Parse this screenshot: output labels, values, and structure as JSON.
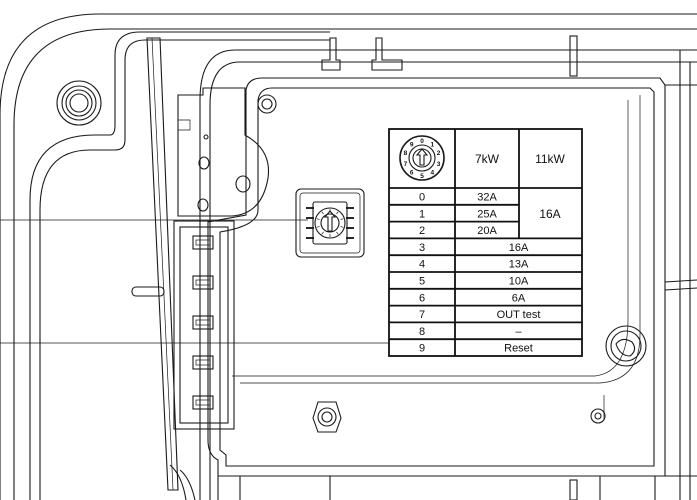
{
  "table": {
    "headers": {
      "col1": "7kW",
      "col2": "11kW"
    },
    "rows": [
      {
        "pos": "0",
        "kw7": "32A"
      },
      {
        "pos": "1",
        "kw7": "25A"
      },
      {
        "pos": "2",
        "kw7": "20A"
      },
      {
        "pos": "3",
        "both": "16A"
      },
      {
        "pos": "4",
        "both": "13A"
      },
      {
        "pos": "5",
        "both": "10A"
      },
      {
        "pos": "6",
        "both": "6A"
      },
      {
        "pos": "7",
        "both": "OUT test"
      },
      {
        "pos": "8",
        "both": "–"
      },
      {
        "pos": "9",
        "both": "Reset"
      }
    ],
    "kw11_merged_value": "16A"
  },
  "dial": {
    "digits": [
      "0",
      "1",
      "2",
      "3",
      "4",
      "5",
      "6",
      "7",
      "8",
      "9"
    ]
  }
}
